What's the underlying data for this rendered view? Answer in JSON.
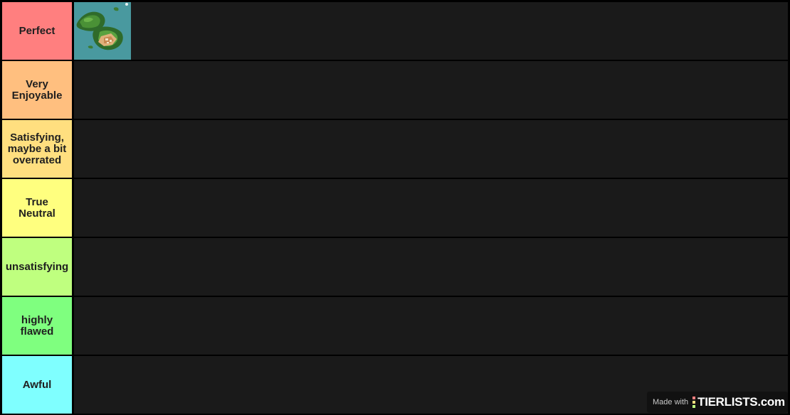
{
  "tiers": [
    {
      "label_lines": [
        "Perfect"
      ],
      "color": "#ff7f7f",
      "items": [
        {
          "name": "island-map-thumbnail"
        }
      ]
    },
    {
      "label_lines": [
        "Very",
        "Enjoyable"
      ],
      "color": "#ffbf7f",
      "items": []
    },
    {
      "label_lines": [
        "Satisfying,",
        "maybe a bit",
        "overrated"
      ],
      "color": "#ffdf7f",
      "items": []
    },
    {
      "label_lines": [
        "True",
        "Neutral"
      ],
      "color": "#ffff7f",
      "items": []
    },
    {
      "label_lines": [
        "unsatisfying"
      ],
      "color": "#bfff7f",
      "items": []
    },
    {
      "label_lines": [
        "highly",
        "flawed"
      ],
      "color": "#7fff7f",
      "items": []
    },
    {
      "label_lines": [
        "Awful"
      ],
      "color": "#7fffff",
      "items": []
    }
  ],
  "colors": {
    "background": "#000000",
    "row_background": "#1a1a1a",
    "label_text": "#1f1f1f"
  },
  "watermark": {
    "made_with": "Made with",
    "brand": "TIERLISTS.com",
    "brand_mark_colors": [
      "#ff7f7f",
      "#ffdf7f",
      "#bfff7f"
    ]
  }
}
